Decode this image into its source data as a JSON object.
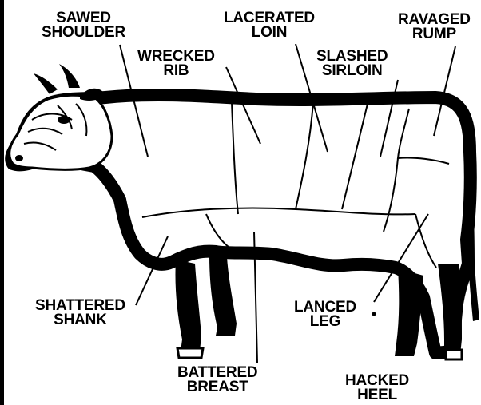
{
  "diagram": {
    "title": "",
    "colors": {
      "ink": "#000000",
      "paper": "#ffffff"
    },
    "labels": {
      "sawed_shoulder": {
        "line1": "SAWED",
        "line2": "SHOULDER"
      },
      "lacerated_loin": {
        "line1": "LACERATED",
        "line2": "LOIN"
      },
      "ravaged_rump": {
        "line1": "RAVAGED",
        "line2": "RUMP"
      },
      "wrecked_rib": {
        "line1": "WRECKED",
        "line2": "RIB"
      },
      "slashed_sirloin": {
        "line1": "SLASHED",
        "line2": "SIRLOIN"
      },
      "shattered_shank": {
        "line1": "SHATTERED",
        "line2": "SHANK"
      },
      "lanced_leg": {
        "line1": "LANCED",
        "line2": "LEG"
      },
      "battered_breast": {
        "line1": "BATTERED",
        "line2": "BREAST"
      },
      "hacked_heel": {
        "line1": "HACKED",
        "line2": "HEEL"
      }
    }
  }
}
